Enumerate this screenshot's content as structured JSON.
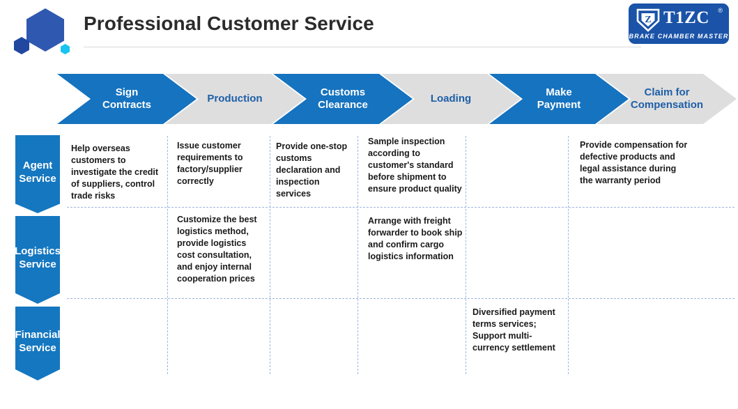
{
  "header": {
    "title": "Professional Customer Service",
    "brand": {
      "name": "T1ZC",
      "tagline": "BRAKE CHAMBER MASTER",
      "registered_mark": "®",
      "shield_letter": "Z",
      "background_color": "#1a53a8"
    },
    "decor_colors": {
      "hex_large": "#2f58b0",
      "hex_small": "#2147a0",
      "hex_dot": "#18c4f0"
    }
  },
  "flow": {
    "steps": [
      {
        "label_line1": "Sign",
        "label_line2": "Contracts",
        "style": "blue"
      },
      {
        "label_line1": "Production",
        "label_line2": "",
        "style": "grey"
      },
      {
        "label_line1": "Customs",
        "label_line2": "Clearance",
        "style": "blue"
      },
      {
        "label_line1": "Loading",
        "label_line2": "",
        "style": "grey"
      },
      {
        "label_line1": "Make",
        "label_line2": "Payment",
        "style": "blue"
      },
      {
        "label_line1": "Claim for",
        "label_line2": "Compensation",
        "style": "grey"
      }
    ],
    "blue_color": "#1673bf",
    "grey_color": "#dedede",
    "grey_text_color": "#1e5fa8"
  },
  "services": {
    "rows": [
      {
        "label_line1": "Agent",
        "label_line2": "Service"
      },
      {
        "label_line1": "Logistics",
        "label_line2": "Service"
      },
      {
        "label_line1": "Financial",
        "label_line2": "Service"
      }
    ],
    "bar_color": "#1577c0"
  },
  "matrix": {
    "agent_service": {
      "sign_contracts": "Help overseas customers to investigate the credit of suppliers, control trade risks",
      "production": "Issue customer requirements to factory/supplier correctly",
      "customs_clearance": "Provide one-stop customs declaration and inspection services",
      "loading": "Sample inspection according to customer's standard before shipment to ensure product quality",
      "make_payment": "",
      "claim_for_compensation": "Provide compensation for defective products and legal assistance during the warranty period"
    },
    "logistics_service": {
      "sign_contracts": "",
      "production": "Customize the best logistics method, provide logistics cost consultation, and enjoy internal cooperation prices",
      "customs_clearance": "",
      "loading": "Arrange with freight forwarder to book ship and confirm cargo logistics information",
      "make_payment": "",
      "claim_for_compensation": ""
    },
    "financial_service": {
      "sign_contracts": "",
      "production": "",
      "customs_clearance": "",
      "loading": "",
      "make_payment": "Diversified payment terms services; Support multi-currency settlement",
      "claim_for_compensation": ""
    }
  }
}
